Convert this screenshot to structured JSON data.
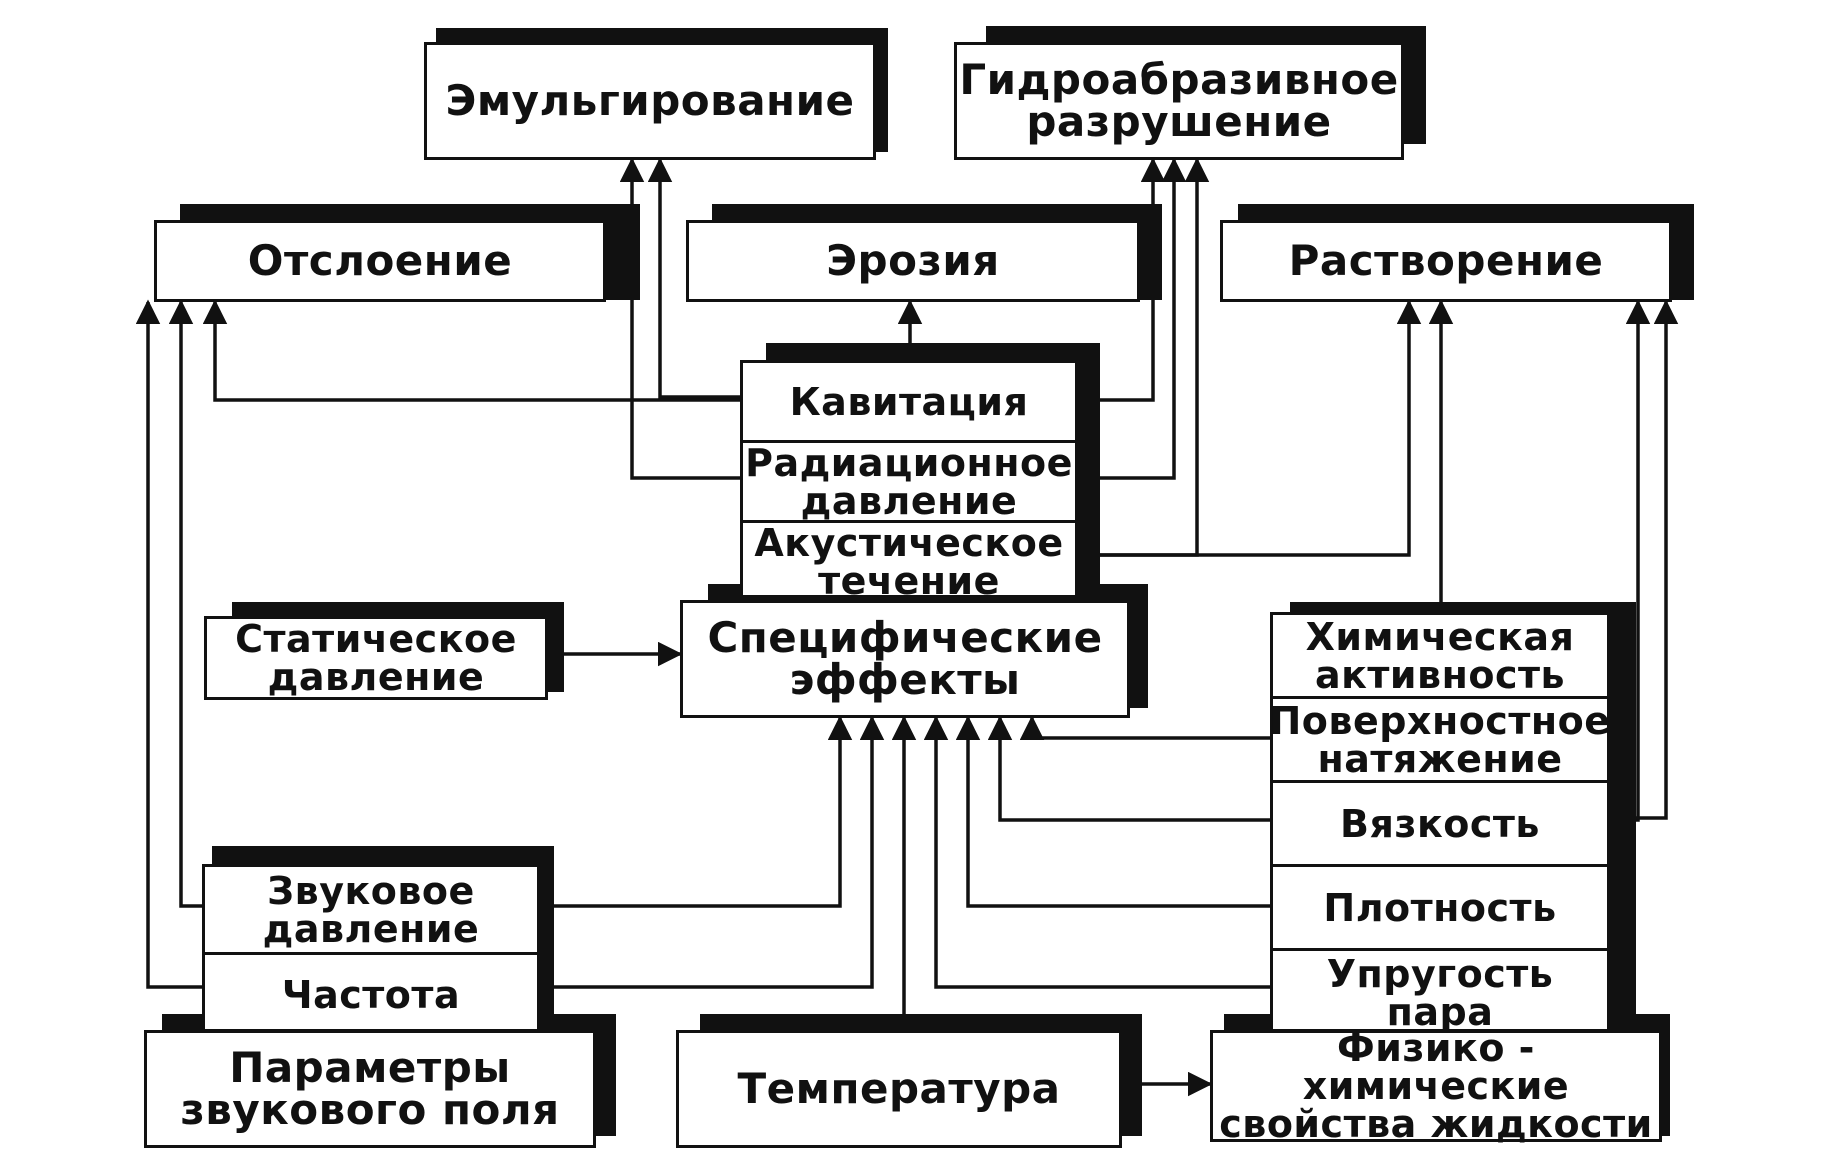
{
  "nodes": {
    "emulsification": "Эмульгирование",
    "hydroabrasive": "Гидроабразивное\nразрушение",
    "delamination": "Отслоение",
    "erosion": "Эрозия",
    "dissolution": "Растворение",
    "cavitation": "Кавитация",
    "radiation_pressure": "Радиационное\nдавление",
    "acoustic_flow": "Акустическое\nтечение",
    "static_pressure": "Статическое\nдавление",
    "specific_effects": "Специфические\nэффекты",
    "chemical_activity": "Химическая\nактивность",
    "surface_tension": "Поверхностное\nнатяжение",
    "viscosity": "Вязкость",
    "density": "Плотность",
    "vapor_elasticity": "Упругость пара",
    "sound_pressure": "Звуковое\nдавление",
    "frequency": "Частота",
    "sound_field_params": "Параметры\nзвукового поля",
    "temperature": "Температура",
    "physchem_properties": "Физико - химические\nсвойства жидкости"
  }
}
